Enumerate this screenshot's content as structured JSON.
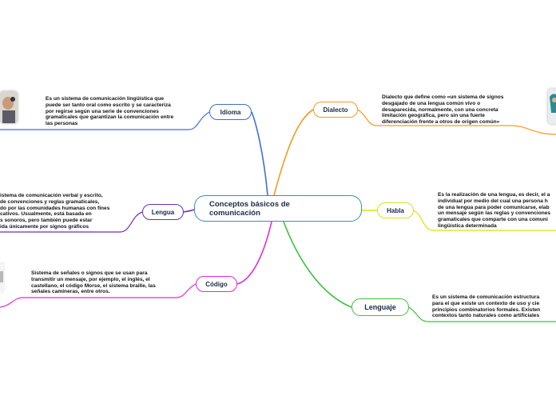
{
  "central": {
    "title": "Conceptos básicos de\ncomunicación"
  },
  "branches": {
    "idioma": {
      "label": "Idioma",
      "color": "#3f6fd1",
      "desc": "Es un sistema de comunicación lingüística que\npuede ser tanto oral como escrito y se caracteriza\npor regirse según una serie de convenciones\ngramaticales que garantizan la comunicación entre\nlas personas"
    },
    "lengua": {
      "label": "Lengua",
      "color": "#6a2fc2",
      "desc": "istema de comunicación verbal y escrito,\nde convenciones y reglas gramaticales,\ndo por las comunidades humanas con fines\ncativos. Usualmente, está basada en\ns sonoros, pero también puede estar\nida únicamente por signos gráficos"
    },
    "codigo": {
      "label": "Código",
      "color": "#e02bd6",
      "desc": "Sistema de señales o signos que se usan para\ntransmitir un mensaje, por ejemplo, el inglés, el\ncastellano, el código Morse, el sistema braille, las\nseñales camineras, entre otros."
    },
    "dialecto": {
      "label": "Dialecto",
      "color": "#f39a1e",
      "desc": "Dialecto que define como «un sistema de signos\ndesgajado de una lengua común vivo o\ndesaparecida, normalmente, con una concreta\nlimitación geográfica, pero sin una fuerte\ndiferenciación frente a otros de origen común»"
    },
    "habla": {
      "label": "Habla",
      "color": "#d7e01a",
      "desc": "Es la realización de una lengua, es decir, el a\nindividual por medio del cual una persona h\nde una lengua para poder comunicarse, elab\nun mensaje según las reglas y convenciones\ngramaticales que comparte con una comuni\nlingüística determinada"
    },
    "lenguaje": {
      "label": "Lenguaje",
      "color": "#39c23c",
      "desc": "Es un sistema de comunicación estructura\npara el que existe un contexto de uso y cie\nprincipios combinatorios formales. Existen\ncontextos tanto naturales como artificiales"
    }
  }
}
